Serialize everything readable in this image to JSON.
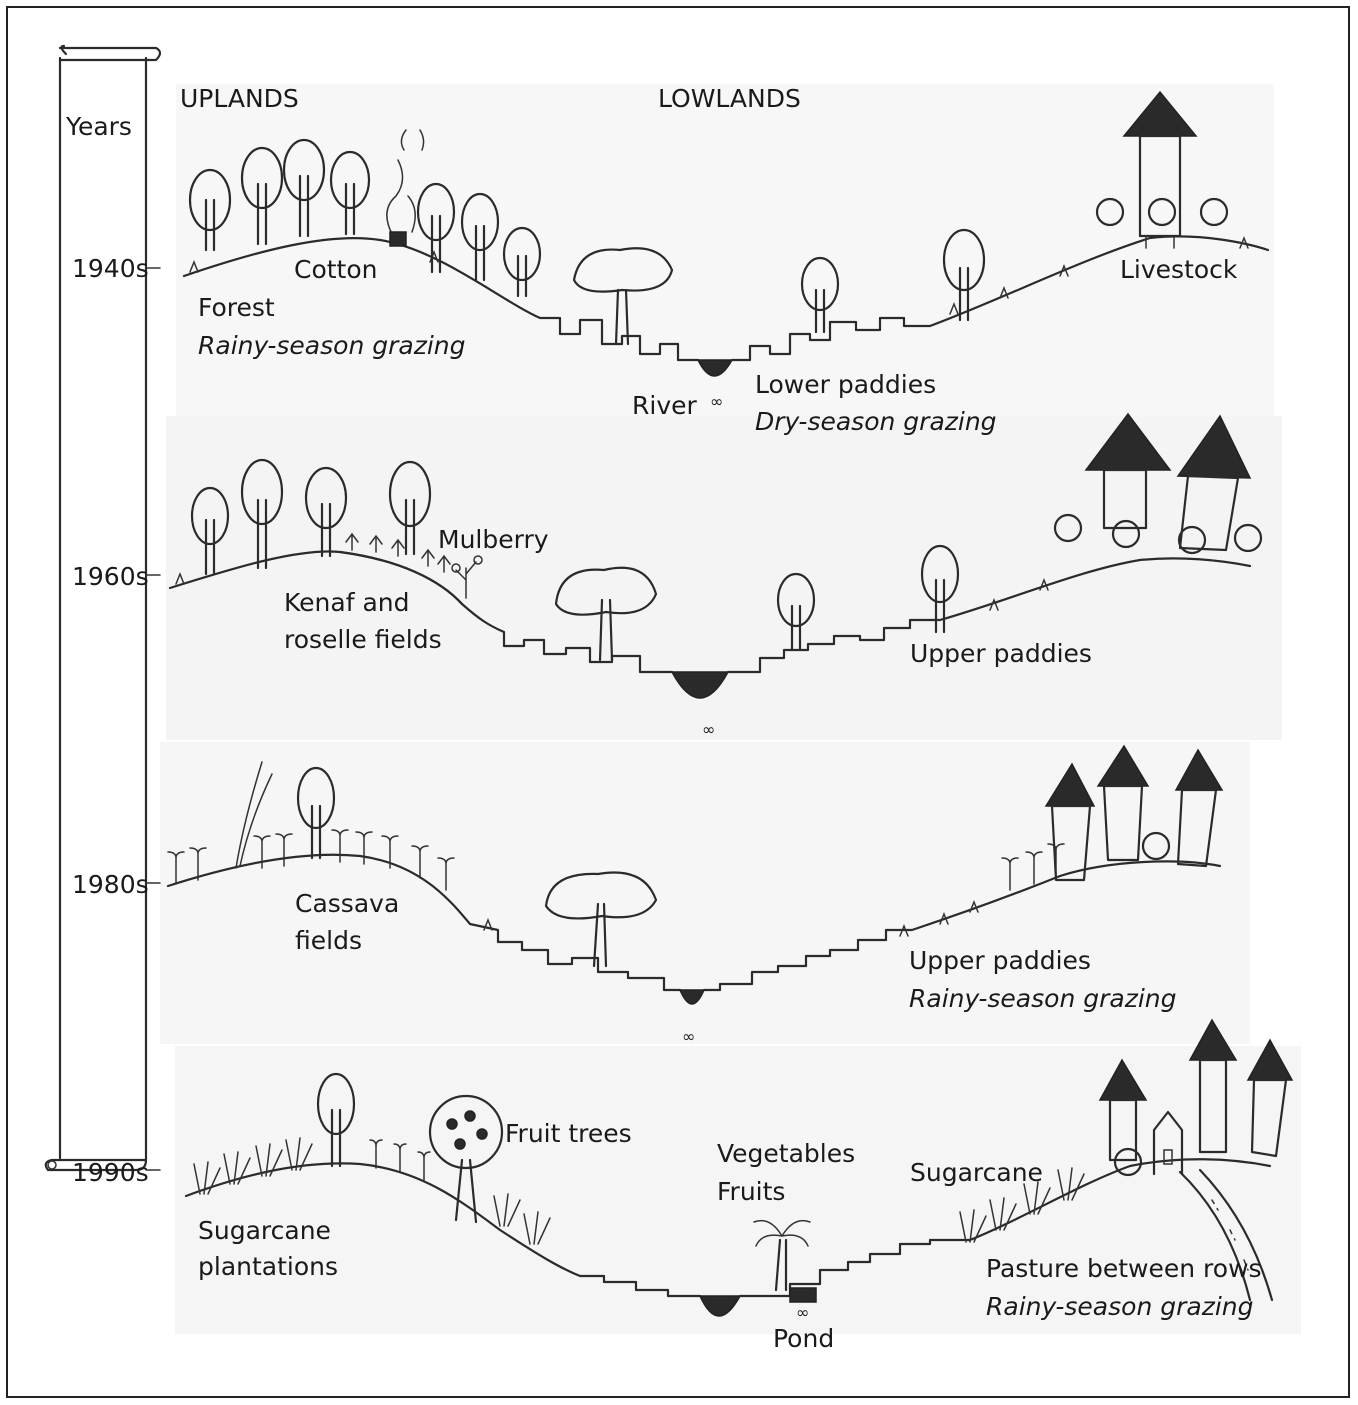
{
  "timeline": {
    "title": "Years",
    "periods": [
      "1940s",
      "1960s",
      "1980s",
      "1990s"
    ]
  },
  "zones": {
    "uplands": "UPLANDS",
    "lowlands": "LOWLANDS"
  },
  "panel_1940s": {
    "cotton": "Cotton",
    "forest": "Forest",
    "rainy_grazing": "Rainy-season grazing",
    "river": "River",
    "lower_paddies": "Lower paddies",
    "dry_grazing": "Dry-season grazing",
    "livestock": "Livestock"
  },
  "panel_1960s": {
    "mulberry": "Mulberry",
    "kenaf_line1": "Kenaf and",
    "kenaf_line2": "roselle fields",
    "upper_paddies": "Upper paddies"
  },
  "panel_1980s": {
    "cassava_line1": "Cassava",
    "cassava_line2": "fields",
    "upper_paddies": "Upper paddies",
    "rainy_grazing": "Rainy-season grazing"
  },
  "panel_1990s": {
    "fruit_trees": "Fruit trees",
    "vegetables": "Vegetables",
    "fruits": "Fruits",
    "sugarcane": "Sugarcane",
    "sugarcane_line1": "Sugarcane",
    "sugarcane_line2": "plantations",
    "pasture": "Pasture between rows",
    "rainy_grazing": "Rainy-season grazing",
    "pond": "Pond"
  }
}
